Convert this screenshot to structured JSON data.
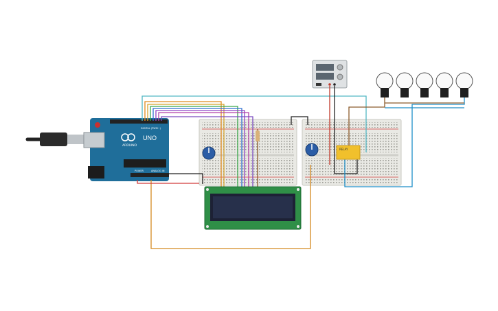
{
  "arduino": {
    "brand": "ARDUINO",
    "model": "UNO",
    "digital_label": "DIGITAL (PWM~)",
    "power_label": "POWER",
    "analog_label": "ANALOG IN"
  },
  "relay": {
    "label": "RELAY"
  },
  "bulbs": {
    "count": 5
  },
  "colors": {
    "board": "#1f6e9a",
    "breadboard": "#e9e9e4",
    "lcd_pcb": "#2f8f47",
    "lcd_screen": "#27304b",
    "pot": "#2b5da6",
    "relay": "#f1c02c"
  }
}
